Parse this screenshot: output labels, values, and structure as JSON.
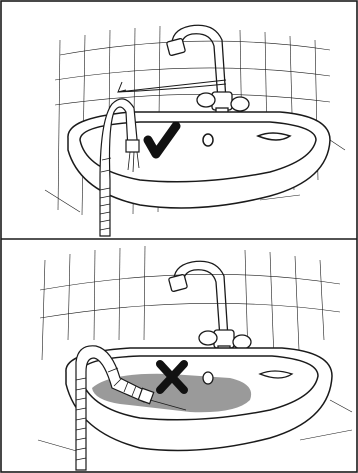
{
  "panels": [
    {
      "id": "correct",
      "status": "correct",
      "mark_icon": "checkmark-icon",
      "mark_color": "#111111",
      "caption": ""
    },
    {
      "id": "incorrect",
      "status": "incorrect",
      "mark_icon": "cross-icon",
      "mark_color": "#111111",
      "water_color": "#9a9a9a",
      "caption": ""
    }
  ],
  "colors": {
    "line": "#1a1a1a",
    "background": "#ffffff",
    "border": "#1a1a1a"
  }
}
